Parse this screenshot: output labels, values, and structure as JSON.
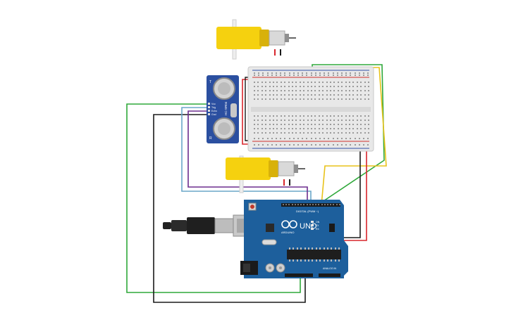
{
  "colors": {
    "background": "#ffffff",
    "arduino_board": "#1d5f9c",
    "arduino_board_dark": "#16477a",
    "sensor_board": "#2b4fa0",
    "motor_yellow": "#f5d10f",
    "motor_yellow_dark": "#d8b10a",
    "breadboard": "#e6e6e6",
    "rail_red": "#d0312d",
    "rail_blue": "#2f4fa8",
    "wire_green": "#2fa83a",
    "wire_yellow": "#e8c21a",
    "wire_red": "#d8262d",
    "wire_black": "#1a1a1a",
    "wire_purple": "#6d2d8e",
    "wire_lightblue": "#6aa7c9",
    "usb_cable": "#222222",
    "usb_plug": "#bdbdbd"
  },
  "arduino": {
    "model_label": "UNO",
    "brand_label": "ARDUINO",
    "digital_header_label": "DIGITAL (PWM ~)",
    "analog_header_label": "ANALOG IN",
    "reset_label": "RESET",
    "tx_label": "TX",
    "rx_label": "RX",
    "power_led_label": "ON"
  },
  "sensor": {
    "model_label": "HC-SR04",
    "pins": [
      "Vcc",
      "Trig",
      "Echo",
      "Gnd"
    ],
    "left_marker": "T",
    "right_marker": "R"
  },
  "motors": [
    {
      "name": "motor-top"
    },
    {
      "name": "motor-bottom"
    }
  ]
}
